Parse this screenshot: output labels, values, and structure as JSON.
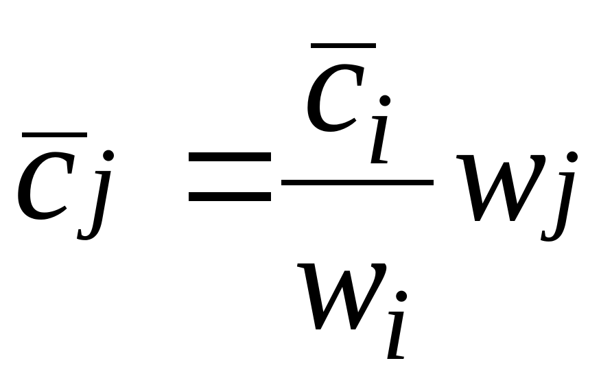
{
  "formula": {
    "lhs": {
      "symbol": "c",
      "subscript": "j",
      "overbar": true
    },
    "relation": "=",
    "numerator": {
      "symbol": "c",
      "subscript": "i",
      "overbar": true
    },
    "denominator": {
      "symbol": "w",
      "subscript": "i"
    },
    "multiplier": {
      "symbol": "w",
      "subscript": "j"
    }
  },
  "colors": {
    "ink": "#000000",
    "background": "#ffffff"
  }
}
